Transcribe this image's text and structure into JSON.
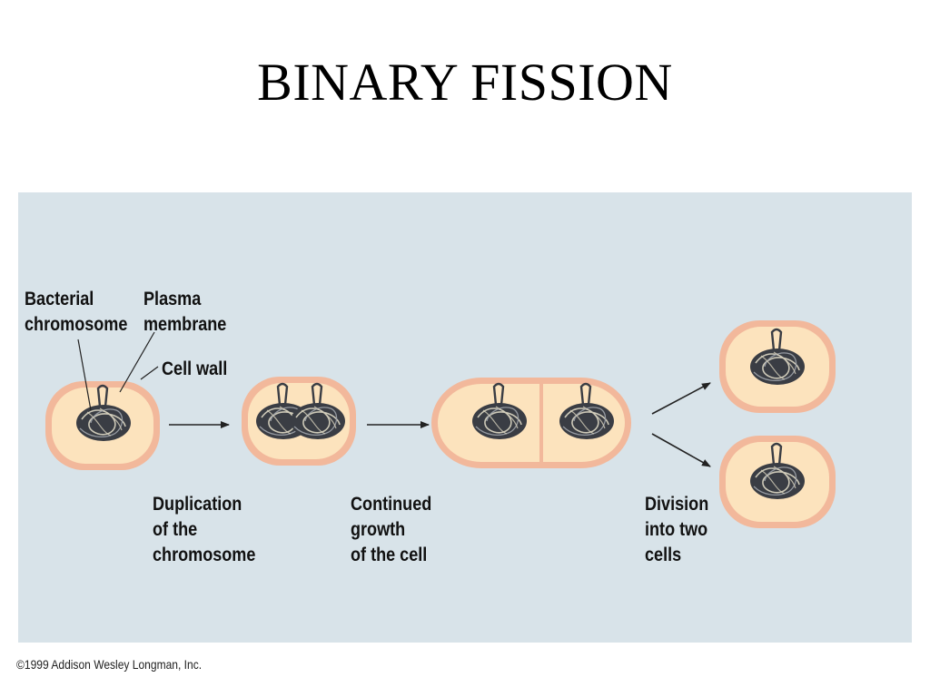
{
  "title": "BINARY FISSION",
  "labels": {
    "bacterial_chromosome": "Bacterial\nchromosome",
    "plasma_membrane": "Plasma\nmembrane",
    "cell_wall": "Cell wall",
    "duplication": "Duplication\nof the\nchromosome",
    "continued_growth": "Continued\ngrowth\nof the cell",
    "division": "Division\ninto two\ncells"
  },
  "copyright": "©1999 Addison Wesley Longman, Inc.",
  "colors": {
    "panel": "#d8e3e9",
    "cell_wall": "#f2b89b",
    "cytoplasm": "#fce3bd",
    "chromosome": "#3a3d44"
  }
}
